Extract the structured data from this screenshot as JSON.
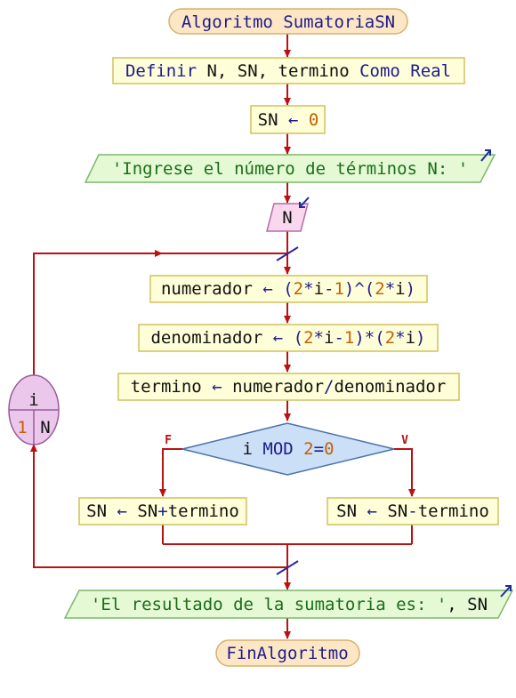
{
  "colors": {
    "line": "#bb1111",
    "text": "#111111",
    "keyword": "#1c1c8c",
    "number": "#c46000",
    "string": "#1a6e1a",
    "box_fill": "#fefed8",
    "box_stroke": "#d0c060",
    "io_fill": "#e4f9d4",
    "io_stroke": "#7cb86c",
    "input_fill": "#f9d7ee",
    "input_stroke": "#b86aa0",
    "term_fill": "#fde6c4",
    "term_stroke": "#d8b070",
    "decision_fill": "#cbdff7",
    "decision_stroke": "#4a72aa",
    "loop_fill": "#ecc7ec",
    "loop_stroke": "#9a5b9a",
    "arrow_icon": "#1c2c99"
  },
  "flow": {
    "start": [
      {
        "t": "Algoritmo SumatoriaSN",
        "c": "keyword"
      }
    ],
    "define": [
      {
        "t": "Definir",
        "c": "keyword"
      },
      {
        "t": " N, SN, termino ",
        "c": "text"
      },
      {
        "t": "Como Real",
        "c": "keyword"
      }
    ],
    "init": [
      {
        "t": "SN",
        "c": "text"
      },
      {
        "t": " ← ",
        "c": "keyword"
      },
      {
        "t": "0",
        "c": "number"
      }
    ],
    "output1": [
      {
        "t": "'Ingrese el número de términos N: '",
        "c": "string"
      }
    ],
    "input": [
      {
        "t": "N",
        "c": "text"
      }
    ],
    "loop_var": "i",
    "loop_from": "1",
    "loop_to": "N",
    "assign_numerador": [
      {
        "t": "numerador",
        "c": "text"
      },
      {
        "t": " ← (",
        "c": "keyword"
      },
      {
        "t": "2",
        "c": "number"
      },
      {
        "t": "*",
        "c": "keyword"
      },
      {
        "t": "i",
        "c": "text"
      },
      {
        "t": "-",
        "c": "keyword"
      },
      {
        "t": "1",
        "c": "number"
      },
      {
        "t": ")^(",
        "c": "keyword"
      },
      {
        "t": "2",
        "c": "number"
      },
      {
        "t": "*",
        "c": "keyword"
      },
      {
        "t": "i",
        "c": "text"
      },
      {
        "t": ")",
        "c": "keyword"
      }
    ],
    "assign_denominador": [
      {
        "t": "denominador",
        "c": "text"
      },
      {
        "t": " ← (",
        "c": "keyword"
      },
      {
        "t": "2",
        "c": "number"
      },
      {
        "t": "*",
        "c": "keyword"
      },
      {
        "t": "i",
        "c": "text"
      },
      {
        "t": "-",
        "c": "keyword"
      },
      {
        "t": "1",
        "c": "number"
      },
      {
        "t": ")*(",
        "c": "keyword"
      },
      {
        "t": "2",
        "c": "number"
      },
      {
        "t": "*",
        "c": "keyword"
      },
      {
        "t": "i",
        "c": "text"
      },
      {
        "t": ")",
        "c": "keyword"
      }
    ],
    "assign_termino": [
      {
        "t": "termino",
        "c": "text"
      },
      {
        "t": " ← ",
        "c": "keyword"
      },
      {
        "t": "numerador",
        "c": "text"
      },
      {
        "t": "/",
        "c": "keyword"
      },
      {
        "t": "denominador",
        "c": "text"
      }
    ],
    "decision": [
      {
        "t": "i ",
        "c": "text"
      },
      {
        "t": "MOD",
        "c": "keyword"
      },
      {
        "t": " ",
        "c": "text"
      },
      {
        "t": "2",
        "c": "number"
      },
      {
        "t": "=",
        "c": "keyword"
      },
      {
        "t": "0",
        "c": "number"
      }
    ],
    "false_label": "F",
    "true_label": "V",
    "false_branch": [
      {
        "t": "SN",
        "c": "text"
      },
      {
        "t": " ← ",
        "c": "keyword"
      },
      {
        "t": "SN",
        "c": "text"
      },
      {
        "t": "+",
        "c": "keyword"
      },
      {
        "t": "termino",
        "c": "text"
      }
    ],
    "true_branch": [
      {
        "t": "SN",
        "c": "text"
      },
      {
        "t": " ← ",
        "c": "keyword"
      },
      {
        "t": "SN",
        "c": "text"
      },
      {
        "t": "-",
        "c": "keyword"
      },
      {
        "t": "termino",
        "c": "text"
      }
    ],
    "output2": [
      {
        "t": "'El resultado de la sumatoria es: '",
        "c": "string"
      },
      {
        "t": ", SN",
        "c": "text"
      }
    ],
    "end": [
      {
        "t": "FinAlgoritmo",
        "c": "keyword"
      }
    ]
  }
}
